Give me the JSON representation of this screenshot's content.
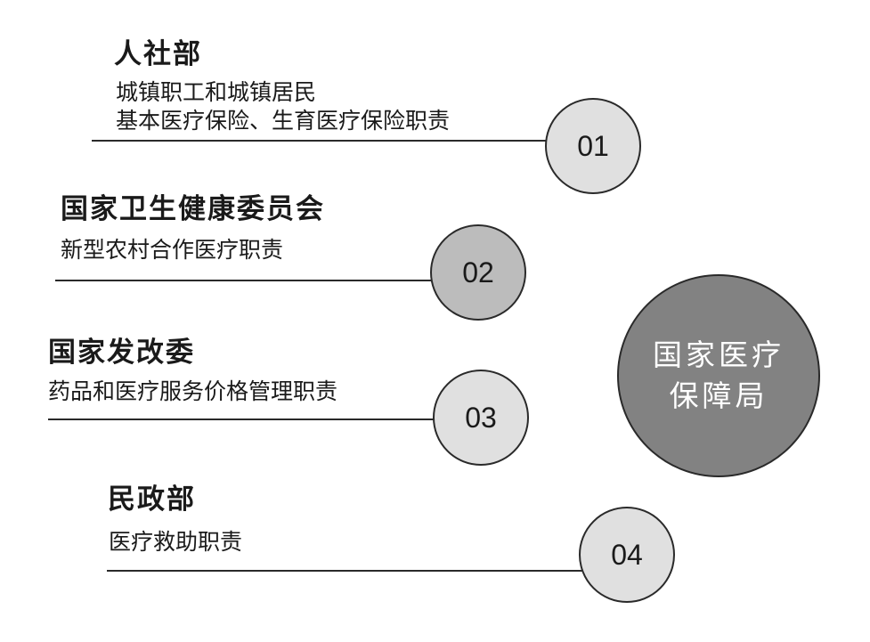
{
  "center": {
    "line1": "国家医疗",
    "line2": "保障局",
    "fill": "#828282"
  },
  "items": [
    {
      "number": "01",
      "title": "人社部",
      "duty": [
        "城镇职工和城镇居民",
        "基本医疗保险、生育医疗保险职责"
      ],
      "circle_fill": "#e0e0e0"
    },
    {
      "number": "02",
      "title": "国家卫生健康委员会",
      "duty": [
        "新型农村合作医疗职责"
      ],
      "circle_fill": "#bcbcbc"
    },
    {
      "number": "03",
      "title": "国家发改委",
      "duty": [
        "药品和医疗服务价格管理职责"
      ],
      "circle_fill": "#e0e0e0"
    },
    {
      "number": "04",
      "title": "民政部",
      "duty": [
        "医疗救助职责"
      ],
      "circle_fill": "#e0e0e0"
    }
  ]
}
